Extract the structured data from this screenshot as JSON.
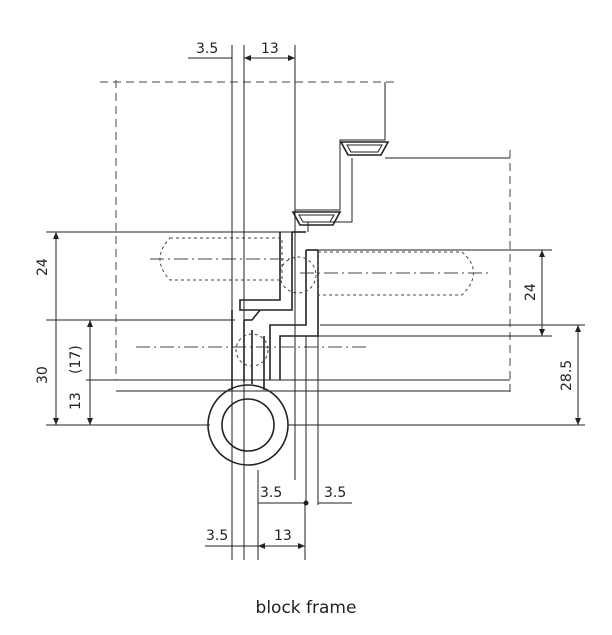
{
  "caption": "block frame",
  "dimensions": {
    "top_left": "3.5",
    "top_right": "13",
    "left_upper": "24",
    "left_middle": "(17)",
    "left_total": "30",
    "left_lower": "13",
    "right_upper": "24",
    "right_lower": "28.5",
    "bottom_inner_left": "3.5",
    "bottom_inner_right": "3.5",
    "bottom_outer_left": "3.5",
    "bottom_outer_right": "13"
  }
}
